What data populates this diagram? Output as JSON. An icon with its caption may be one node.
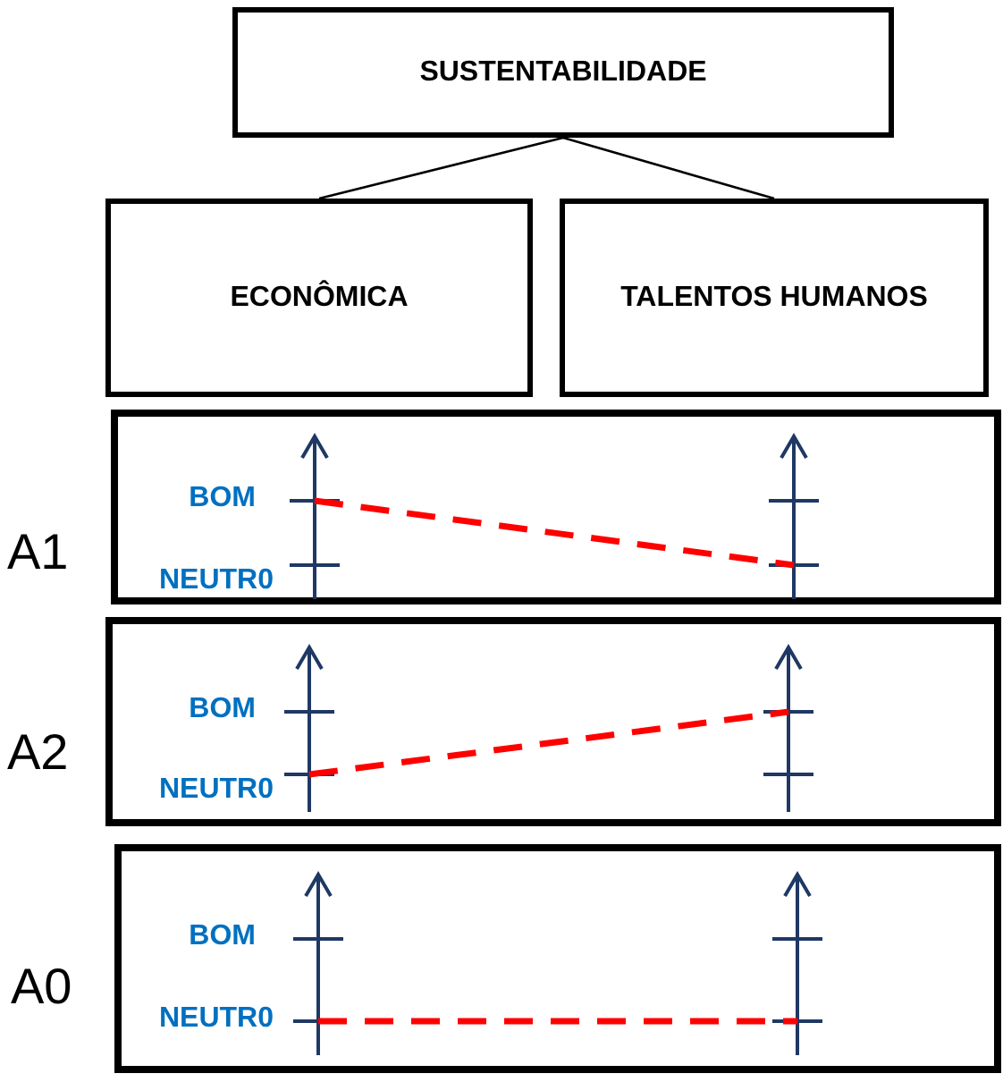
{
  "diagram": {
    "nodes": [
      {
        "text": [
          "SUSTENTABILIDADE"
        ]
      },
      {
        "text": [
          "ECONÔMICA"
        ]
      },
      {
        "text": [
          "TALENTOS HUMANOS"
        ]
      },
      {
        "text": [
          "BOM",
          "NEUTR0"
        ],
        "beside": [
          "A1"
        ]
      },
      {
        "text": [
          "BOM",
          "NEUTR0"
        ],
        "beside": [
          "A2"
        ]
      },
      {
        "text": [
          "BOM",
          "NEUTR0"
        ],
        "beside": [
          "A0"
        ]
      }
    ],
    "edges": [
      {
        "from": 0,
        "to": 1,
        "arrow": "none"
      },
      {
        "from": 0,
        "to": 2,
        "arrow": "none"
      }
    ]
  }
}
